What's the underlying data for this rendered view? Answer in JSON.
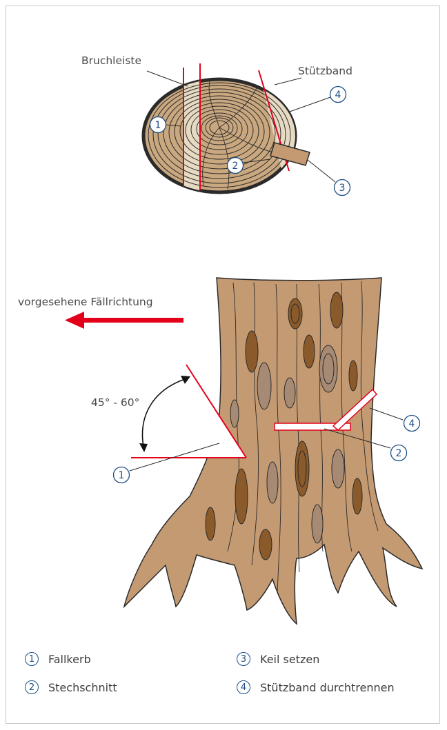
{
  "top_diagram": {
    "labels": {
      "bruchleiste": "Bruchleiste",
      "stuetzband": "Stützband"
    },
    "markers": [
      "1",
      "2",
      "3",
      "4"
    ]
  },
  "bottom_diagram": {
    "direction_label": "vorgesehene Fällrichtung",
    "angle_label": "45° - 60°",
    "markers": [
      "1",
      "2",
      "4"
    ]
  },
  "legend": [
    {
      "num": "1",
      "text": "Fallkerb"
    },
    {
      "num": "3",
      "text": "Keil setzen"
    },
    {
      "num": "2",
      "text": "Stechschnitt"
    },
    {
      "num": "4",
      "text": "Stützband durchtrennen"
    }
  ],
  "colors": {
    "cut_red": "#e3001b",
    "marker_blue": "#1c4f86",
    "wood": "#c49a72",
    "wood_light": "#e3d6bf",
    "bark_dark": "#8b5a2b"
  }
}
